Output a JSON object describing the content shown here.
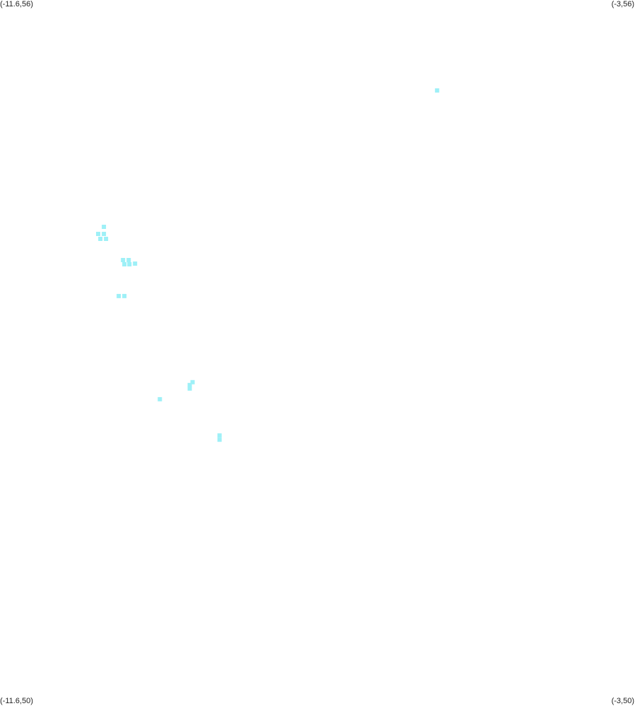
{
  "map": {
    "corners": {
      "top_left": "(-11.6,56)",
      "top_right": "(-3,56)",
      "bottom_left": "(-11.6,50)",
      "bottom_right": "(-3,50)"
    },
    "marker_color": "#9ef0f7"
  },
  "chart_data": {
    "type": "scatter",
    "xlim": [
      -11.6,
      -3
    ],
    "ylim": [
      50,
      56
    ],
    "grid": false,
    "points": [
      {
        "x": -5.68,
        "y": 55.231
      },
      {
        "x": -10.193,
        "y": 54.072
      },
      {
        "x": -10.27,
        "y": 54.012
      },
      {
        "x": -10.193,
        "y": 54.012
      },
      {
        "x": -10.241,
        "y": 53.97
      },
      {
        "x": -10.164,
        "y": 53.97
      },
      {
        "x": -9.934,
        "y": 53.79
      },
      {
        "x": -9.857,
        "y": 53.79
      },
      {
        "x": -9.915,
        "y": 53.754
      },
      {
        "x": -9.847,
        "y": 53.754
      },
      {
        "x": -9.771,
        "y": 53.76
      },
      {
        "x": -9.992,
        "y": 53.484
      },
      {
        "x": -9.915,
        "y": 53.484
      },
      {
        "x": -8.992,
        "y": 52.752
      },
      {
        "x": -9.031,
        "y": 52.728
      },
      {
        "x": -9.031,
        "y": 52.698
      },
      {
        "x": -9.435,
        "y": 52.607
      },
      {
        "x": -8.627,
        "y": 52.299
      },
      {
        "x": -8.627,
        "y": 52.263
      }
    ]
  }
}
